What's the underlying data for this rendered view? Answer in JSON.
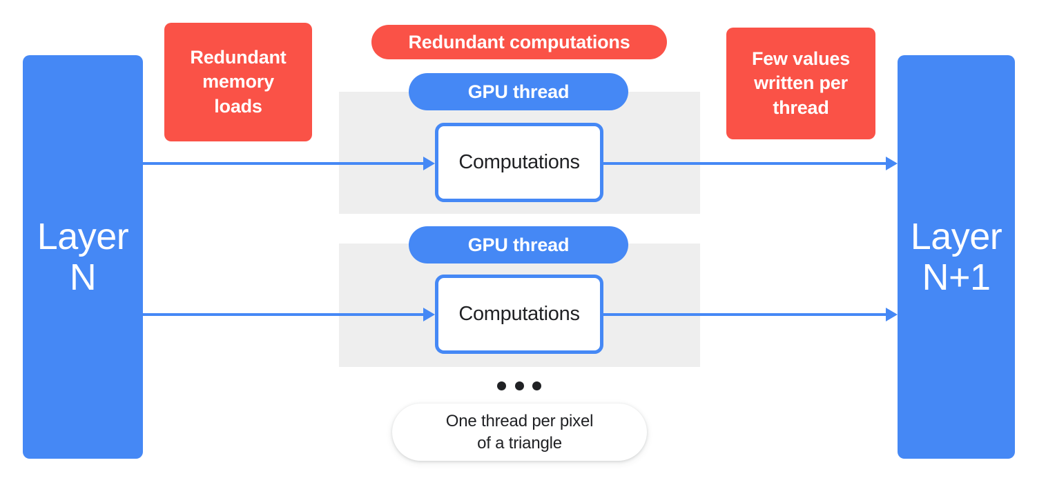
{
  "diagram": {
    "title": "GPU thread redundancy diagram",
    "colors": {
      "blue": "#4588f5",
      "red": "#fa5247",
      "band_gray": "#eeeeee",
      "text_dark": "#202124",
      "white": "#ffffff"
    }
  },
  "layers": {
    "input": {
      "label": "Layer\nN"
    },
    "output": {
      "label": "Layer\nN+1"
    }
  },
  "annotations": {
    "memory_loads": {
      "label": "Redundant\nmemory\nloads"
    },
    "redundant_computations": {
      "label": "Redundant computations"
    },
    "few_values": {
      "label": "Few values\nwritten per\nthread"
    }
  },
  "threads": [
    {
      "pill_label": "GPU thread",
      "box_label": "Computations"
    },
    {
      "pill_label": "GPU thread",
      "box_label": "Computations"
    }
  ],
  "ellipsis": {
    "dots": 3
  },
  "caption": {
    "label": "One thread per pixel\nof a triangle"
  }
}
